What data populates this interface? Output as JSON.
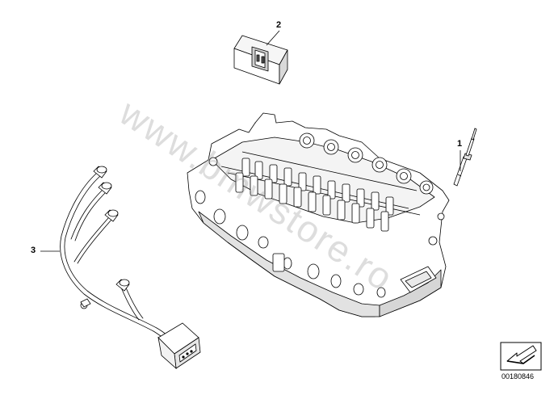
{
  "callouts": [
    {
      "id": "1",
      "label": "1"
    },
    {
      "id": "2",
      "label": "2"
    },
    {
      "id": "3",
      "label": "3"
    }
  ],
  "watermark": "www.bmwstore.ro",
  "document_number": "00180846",
  "parts": [
    {
      "callout": "1",
      "icon": "glow-plug-icon"
    },
    {
      "callout": "2",
      "icon": "glow-plug-relay-icon"
    },
    {
      "callout": "3",
      "icon": "wiring-harness-icon"
    }
  ],
  "context_part_icon": "cylinder-head-icon",
  "navigation_icon": "arrow-navigation-icon",
  "colors": {
    "line": "#000000",
    "part_fill": "#ffffff",
    "shading": "#d8d8d8",
    "watermark": "#969696"
  }
}
